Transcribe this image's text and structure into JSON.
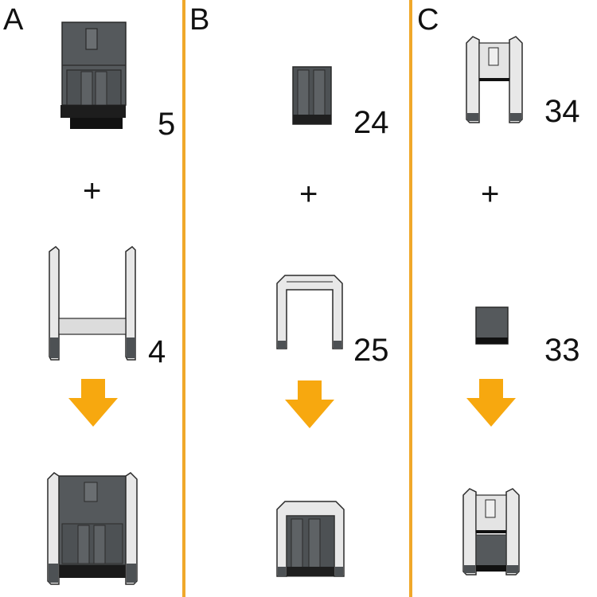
{
  "panels": [
    {
      "label": "A",
      "top_number": "5",
      "bottom_number": "4",
      "plus": "+"
    },
    {
      "label": "B",
      "top_number": "24",
      "bottom_number": "25",
      "plus": "+"
    },
    {
      "label": "C",
      "top_number": "34",
      "bottom_number": "33",
      "plus": "+"
    }
  ],
  "colors": {
    "divider": "#f0a82a",
    "arrow": "#f7a80f",
    "dark_part": "#4d5154",
    "light_part": "#e6e6e6",
    "outline": "#2a2a2a"
  },
  "icons": [
    "dark-connector-housing",
    "light-frame-bracket",
    "down-arrow",
    "assembled-connector"
  ]
}
